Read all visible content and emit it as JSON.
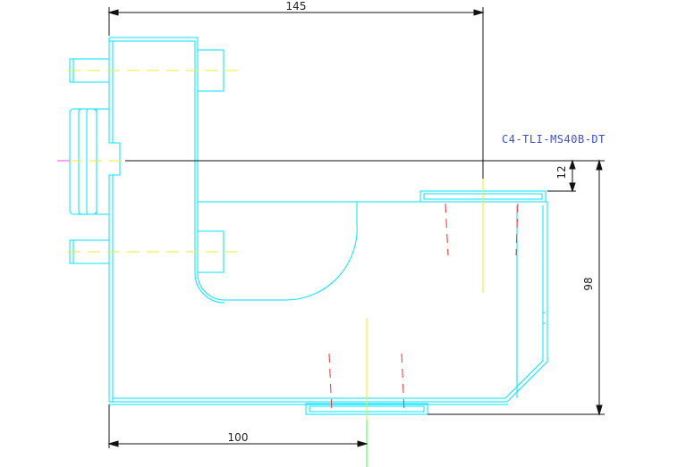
{
  "drawing": {
    "part_number": "C4-TLI-MS40B-DT",
    "dimensions": {
      "overall_width": "145",
      "overall_height": "98",
      "offset_top": "12",
      "offset_center": "100"
    }
  },
  "colors": {
    "part_outline": "#00e5ff",
    "dimension_line": "#111111",
    "centerline_yellow": "#f2ee2a",
    "centerline_green": "#39ff39",
    "hidden_red": "#ff2a2a",
    "label_blue": "#3a4fd0",
    "axis_magenta": "#ff40ff"
  }
}
